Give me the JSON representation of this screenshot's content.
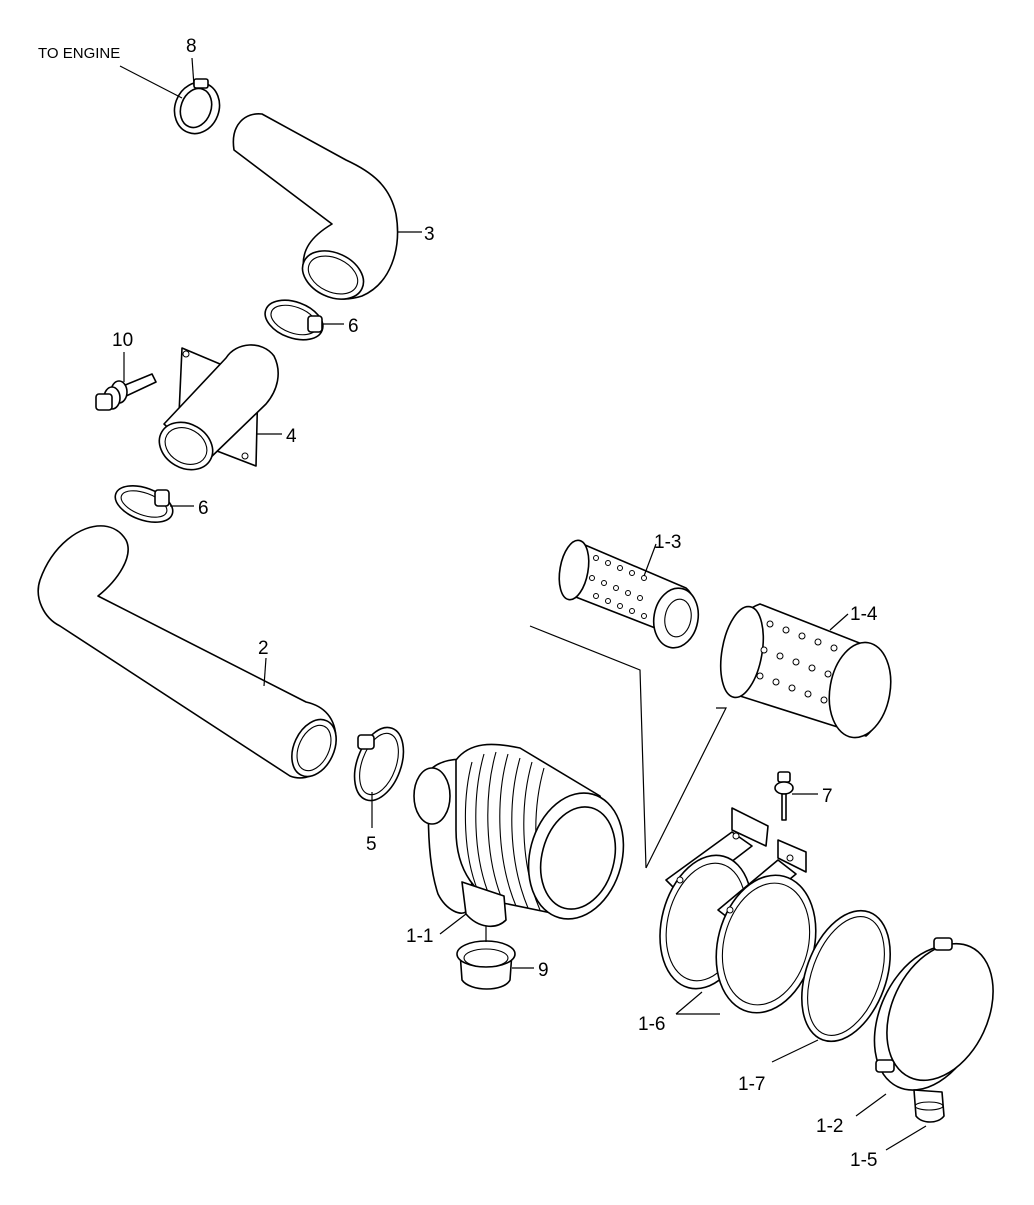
{
  "diagram": {
    "note": "TO ENGINE",
    "callouts": {
      "p8": "8",
      "p3": "3",
      "p6_upper": "6",
      "p10": "10",
      "p4": "4",
      "p6_lower": "6",
      "p2": "2",
      "p1_3": "1-3",
      "p1_4": "1-4",
      "p5": "5",
      "p7": "7",
      "p1_1": "1-1",
      "p9": "9",
      "p1_6": "1-6",
      "p1_7": "1-7",
      "p1_2": "1-2",
      "p1_5": "1-5"
    }
  }
}
